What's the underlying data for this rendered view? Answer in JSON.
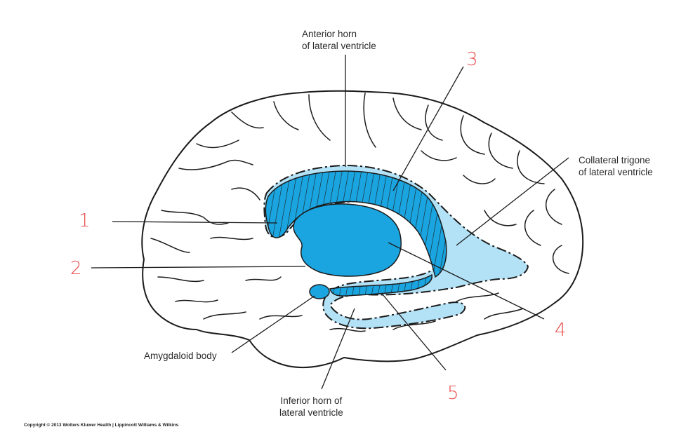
{
  "labels": {
    "anterior_horn": [
      "Anterior horn",
      "of lateral ventricle"
    ],
    "collateral_trigone": [
      "Collateral trigone",
      "of lateral ventricle"
    ],
    "amygdaloid_body": "Amygdaloid body",
    "inferior_horn": [
      "Inferior horn of",
      "lateral ventricle"
    ]
  },
  "markers": [
    "1",
    "2",
    "3",
    "4",
    "5"
  ],
  "copyright": "Copyright © 2013 Wolters Kluwer Health | Lippincott Williams & Wilkins",
  "colors": {
    "structure_dark": "#1aa5e0",
    "ventricle_light": "#b3e2f7",
    "outline": "#1b1b1b",
    "marker": "#e8504e"
  }
}
